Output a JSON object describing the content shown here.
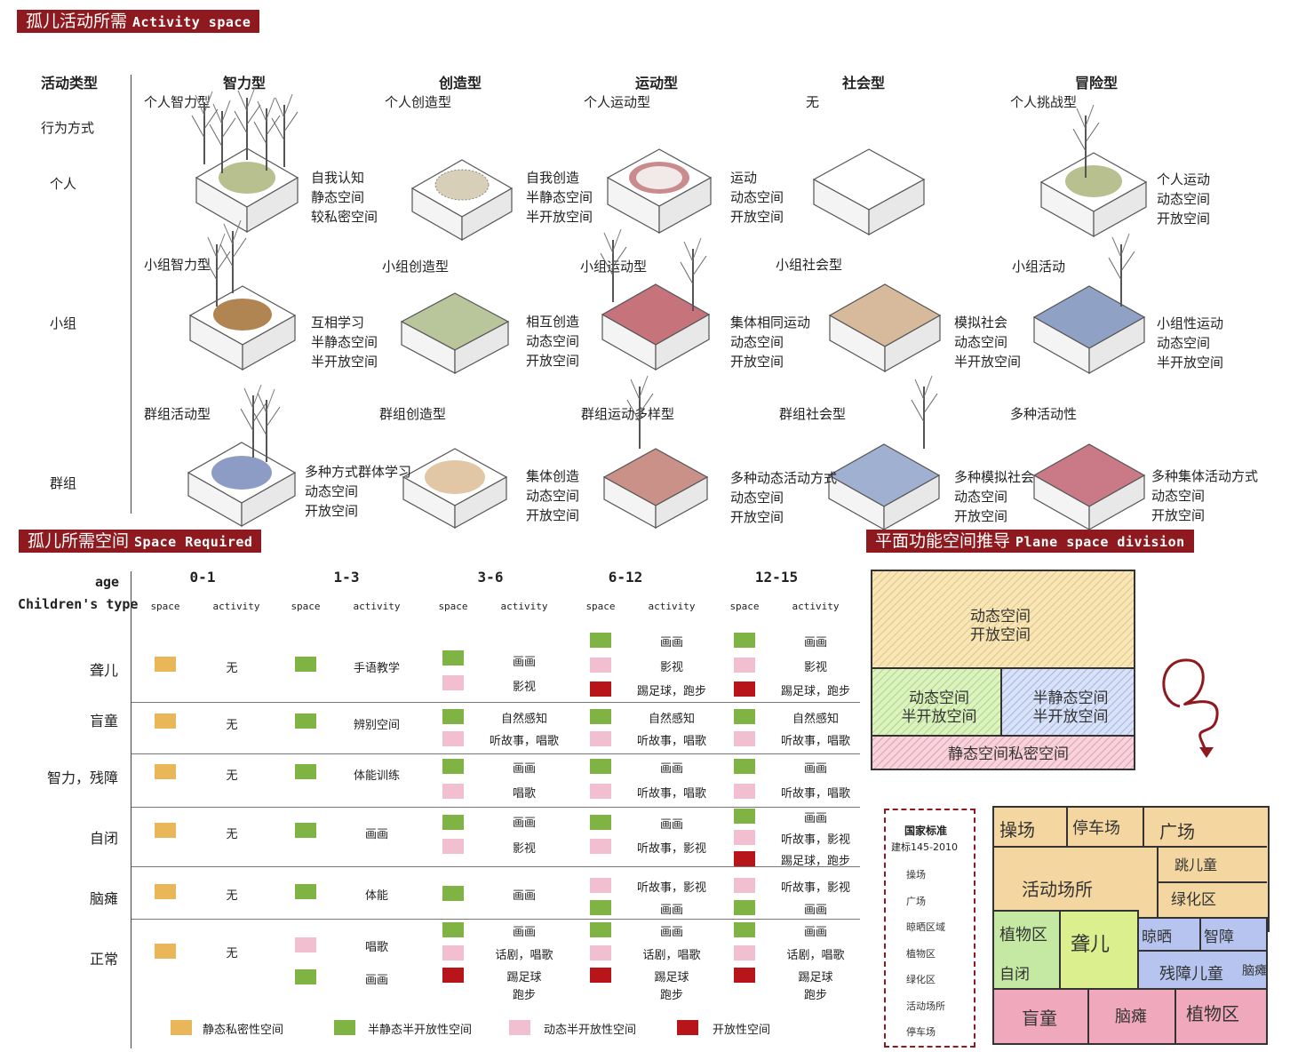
{
  "banners": {
    "activity_cn": "孤儿活动所需",
    "activity_en": "Activity space",
    "space_cn": "孤儿所需空间",
    "space_en": "Space Required",
    "plane_cn": "平面功能空间推导",
    "plane_en": "Plane space division"
  },
  "activity": {
    "row_header": "活动类型",
    "behavior": "行为方式",
    "rows": [
      "个人",
      "小组",
      "群组"
    ],
    "columns": [
      {
        "type": "智力型",
        "sub": "个人智力型"
      },
      {
        "type": "创造型",
        "sub": "个人创造型"
      },
      {
        "type": "运动型",
        "sub": "个人运动型"
      },
      {
        "type": "社会型",
        "sub": "无"
      },
      {
        "type": "冒险型",
        "sub": "个人挑战型"
      }
    ],
    "group_titles": [
      "小组智力型",
      "小组创造型",
      "小组运动型",
      "小组社会型",
      "小组活动"
    ],
    "crowd_titles": [
      "群组活动型",
      "群组创造型",
      "群组运动多样型",
      "群组社会型",
      "多种活动性"
    ],
    "descs": {
      "r1": [
        [
          "自我认知",
          "静态空间",
          "较私密空间"
        ],
        [
          "自我创造",
          "半静态空间",
          "半开放空间"
        ],
        [
          "运动",
          "动态空间",
          "开放空间"
        ],
        [
          "个人运动",
          "动态空间",
          "开放空间"
        ]
      ],
      "r2": [
        [
          "互相学习",
          "半静态空间",
          "半开放空间"
        ],
        [
          "相互创造",
          "动态空间",
          "开放空间"
        ],
        [
          "集体相同运动",
          "动态空间",
          "开放空间"
        ],
        [
          "模拟社会",
          "动态空间",
          "半开放空间"
        ],
        [
          "小组性运动",
          "动态空间",
          "半开放空间"
        ]
      ],
      "r3": [
        [
          "多种方式群体学习",
          "动态空间",
          "开放空间"
        ],
        [
          "集体创造",
          "动态空间",
          "开放空间"
        ],
        [
          "多种动态活动方式",
          "动态空间",
          "开放空间"
        ],
        [
          "多种模拟社会",
          "动态空间",
          "开放空间"
        ],
        [
          "多种集体活动方式",
          "动态空间",
          "开放空间"
        ]
      ]
    }
  },
  "space": {
    "age_label": "age",
    "type_label": "Children's type",
    "ages": [
      "0-1",
      "1-3",
      "3-6",
      "6-12",
      "12-15"
    ],
    "space_label": "space",
    "activity_label": "activity",
    "children_types": [
      "聋儿",
      "盲童",
      "智力，残障",
      "自闭",
      "脑瘫",
      "正常"
    ],
    "cells": {
      "none": "无",
      "sign": "手语教学",
      "huahua": "画画",
      "yingshi": "影视",
      "football": "踢足球，跑步",
      "nature": "自然感知",
      "story_sing": "听故事，唱歌",
      "distinguish": "辨别空间",
      "physical_train": "体能训练",
      "sing": "唱歌",
      "story_film": "听故事，影视",
      "physical": "体能",
      "drama_sing": "话剧，唱歌",
      "kick": "踢足球",
      "run": "跑步"
    },
    "legend": [
      "静态私密性空间",
      "半静态半开放性空间",
      "动态半开放性空间",
      "开放性空间"
    ],
    "colors": {
      "yellow": "#e9b65a",
      "green": "#7fb344",
      "pink": "#f2bfd0",
      "red": "#b8151b"
    }
  },
  "plan": {
    "top": [
      "动态空间",
      "开放空间"
    ],
    "mid_left": [
      "动态空间",
      "半开放空间"
    ],
    "mid_right": [
      "半静态空间",
      "半开放空间"
    ],
    "bottom": "静态空间私密空间"
  },
  "standard": {
    "title": "国家标准",
    "code": "建标145-2010",
    "items": [
      "操场",
      "广场",
      "晾晒区域",
      "植物区",
      "绿化区",
      "活动场所",
      "停车场"
    ]
  },
  "sketch": {
    "labels": [
      "操场",
      "停车场",
      "广场",
      "跳儿童",
      "活动场所",
      "绿化区",
      "植物区",
      "聋儿",
      "晾晒",
      "智障",
      "自闭",
      "残障儿童",
      "脑瘫",
      "盲童",
      "脑瘫",
      "植物区"
    ]
  }
}
